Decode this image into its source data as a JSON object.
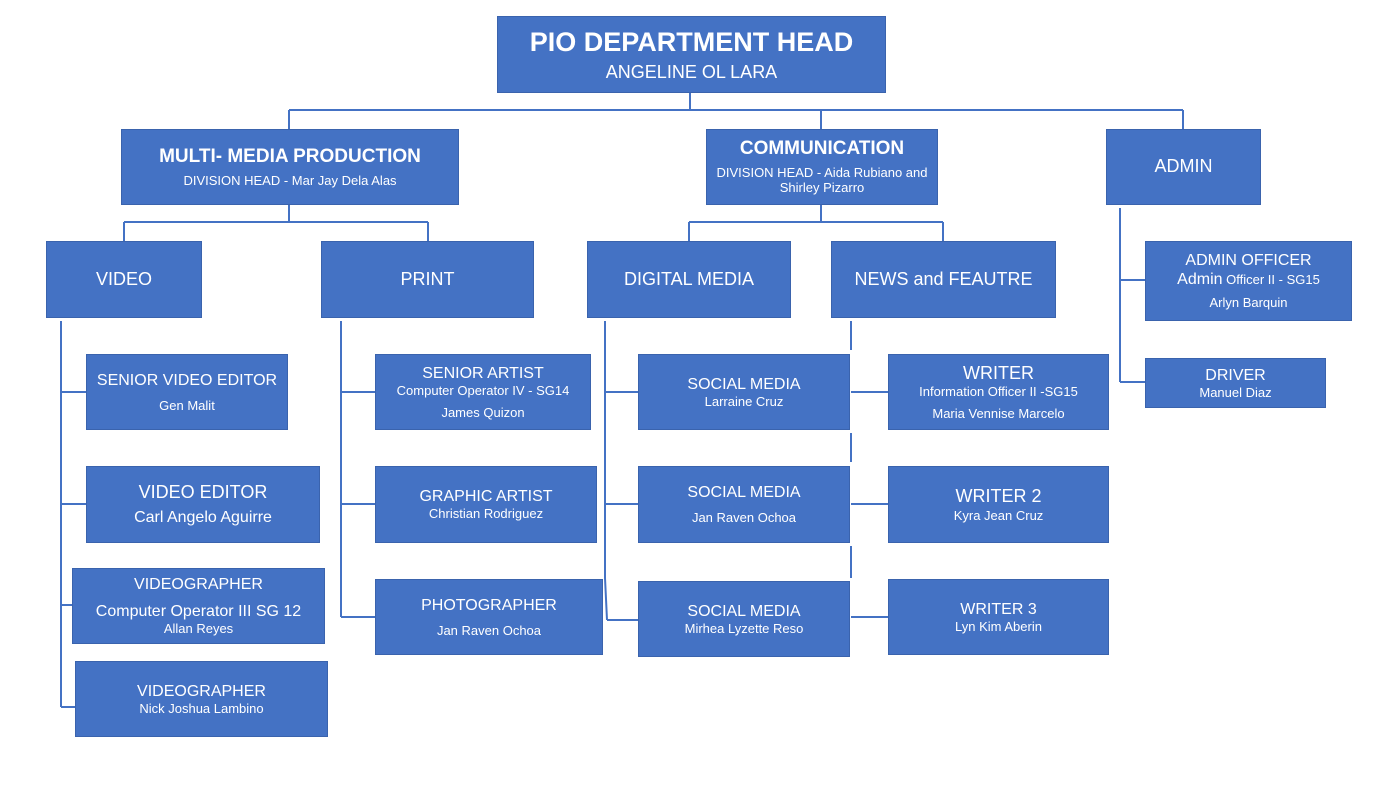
{
  "head": {
    "title": "PIO DEPARTMENT HEAD",
    "name": "ANGELINE OL LARA"
  },
  "multimedia": {
    "title": "MULTI- MEDIA PRODUCTION",
    "sub": "DIVISION HEAD - Mar Jay Dela Alas"
  },
  "communication": {
    "title": "COMMUNICATION",
    "sub1": "DIVISION HEAD -  Aida Rubiano and",
    "sub2": "Shirley Pizarro"
  },
  "admin": {
    "title": "ADMIN"
  },
  "video": {
    "title": "VIDEO"
  },
  "print": {
    "title": "PRINT"
  },
  "digital": {
    "title": "DIGITAL MEDIA"
  },
  "news": {
    "title": "NEWS and FEAUTRE"
  },
  "senior_video_editor": {
    "title": "SENIOR VIDEO EDITOR",
    "name": "Gen Malit"
  },
  "video_editor": {
    "title": "VIDEO EDITOR",
    "name": "Carl Angelo Aguirre"
  },
  "videographer1": {
    "title": "VIDEOGRAPHER",
    "position": "Computer Operator III SG 12",
    "name": "Allan Reyes"
  },
  "videographer2": {
    "title": "VIDEOGRAPHER",
    "name": "Nick Joshua Lambino"
  },
  "senior_artist": {
    "title": "SENIOR ARTIST",
    "position": "Computer Operator IV - SG14",
    "name": "James Quizon"
  },
  "graphic_artist": {
    "title": "GRAPHIC ARTIST",
    "name": "Christian Rodriguez"
  },
  "photographer": {
    "title": "PHOTOGRAPHER",
    "name": "Jan Raven Ochoa"
  },
  "social1": {
    "title": "SOCIAL MEDIA",
    "name": "Larraine Cruz"
  },
  "social2": {
    "title": "SOCIAL MEDIA",
    "name": "Jan Raven Ochoa"
  },
  "social3": {
    "title": "SOCIAL MEDIA",
    "name": "Mirhea Lyzette Reso"
  },
  "writer1": {
    "title": "WRITER",
    "position": "Information Officer II -SG15",
    "name": "Maria Vennise Marcelo"
  },
  "writer2": {
    "title": "WRITER 2",
    "name": "Kyra Jean Cruz"
  },
  "writer3": {
    "title": "WRITER 3",
    "name": "Lyn Kim Aberin"
  },
  "admin_officer": {
    "title": "ADMIN OFFICER",
    "position_main": "Admin",
    "position_small": " Officer II - SG15",
    "name": "Arlyn Barquin"
  },
  "driver": {
    "title": "DRIVER",
    "name": "Manuel Diaz"
  },
  "colors": {
    "box": "#4472c4",
    "line": "#4472c4",
    "text": "#ffffff"
  }
}
